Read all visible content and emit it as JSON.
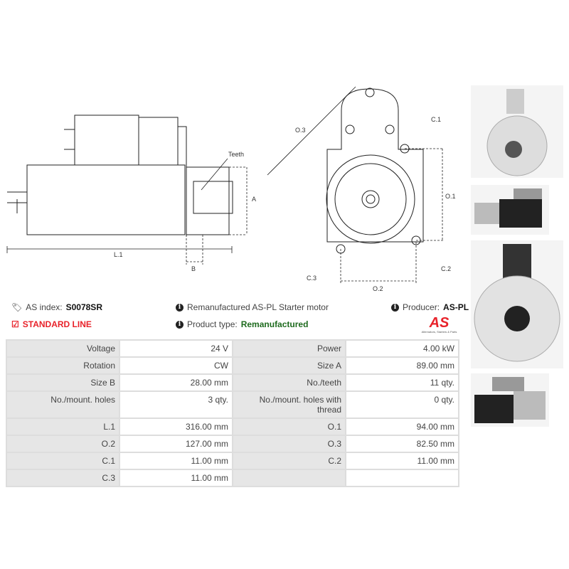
{
  "drawing": {
    "teeth": "Teeth",
    "a": "A",
    "b": "B",
    "l1": "L.1",
    "o1": "O.1",
    "o2": "O.2",
    "o3": "O.3",
    "c1": "C.1",
    "c2": "C.2",
    "c3": "C.3"
  },
  "info": {
    "index_label": "AS index:",
    "index_value": "S0078SR",
    "line": "STANDARD LINE",
    "description": "Remanufactured AS-PL Starter motor",
    "type_label": "Product type:",
    "type_value": "Remanufactured",
    "producer_label": "Producer:",
    "producer_value": "AS-PL",
    "logo_text": "AS",
    "logo_tagline": "Alternators, Starters & Parts"
  },
  "colors": {
    "red": "#e8222a",
    "green": "#1e6b1e"
  },
  "specs": [
    [
      "Voltage",
      "24 V",
      "Power",
      "4.00 kW"
    ],
    [
      "Rotation",
      "CW",
      "Size A",
      "89.00 mm"
    ],
    [
      "Size B",
      "28.00 mm",
      "No./teeth",
      "11 qty."
    ],
    [
      "No./mount. holes",
      "3 qty.",
      "No./mount. holes with thread",
      "0 qty."
    ],
    [
      "L.1",
      "316.00 mm",
      "O.1",
      "94.00 mm"
    ],
    [
      "O.2",
      "127.00 mm",
      "O.3",
      "82.50 mm"
    ],
    [
      "C.1",
      "11.00 mm",
      "C.2",
      "11.00 mm"
    ],
    [
      "C.3",
      "11.00 mm",
      "",
      ""
    ]
  ]
}
